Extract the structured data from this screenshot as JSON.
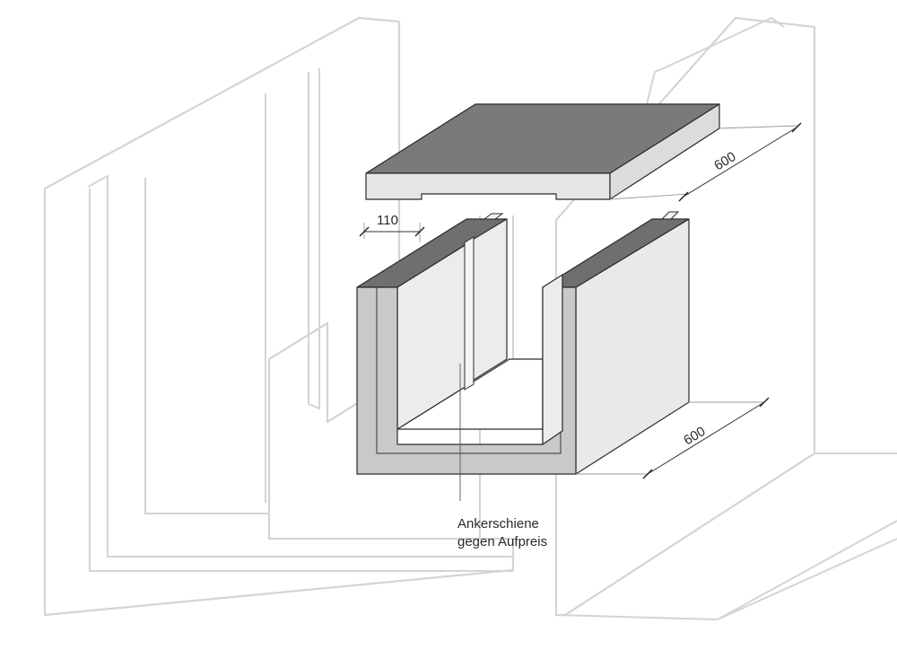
{
  "dimensions": {
    "lid_depth": "600",
    "channel_depth": "600",
    "wall_width": "110"
  },
  "annotation": {
    "line1": "Ankerschiene",
    "line2": "gegen Aufpreis"
  },
  "colors": {
    "ghost_outline": "#d4d4d4",
    "dark_top_face": "#7a7a7a",
    "light_face": "#e9e9e9",
    "section_face": "#c9c9c9",
    "edge": "#2b2b2b"
  }
}
